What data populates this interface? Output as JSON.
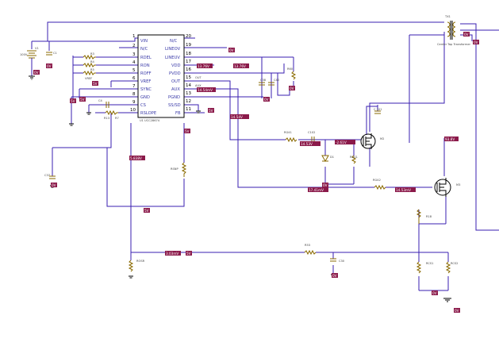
{
  "ic": {
    "name": "UCC28674",
    "ref": "U1",
    "left_pins": [
      {
        "num": "1",
        "name": "VIN"
      },
      {
        "num": "2",
        "name": "N/C"
      },
      {
        "num": "3",
        "name": "RDEL"
      },
      {
        "num": "4",
        "name": "RON"
      },
      {
        "num": "5",
        "name": "ROFF"
      },
      {
        "num": "6",
        "name": "VREF"
      },
      {
        "num": "7",
        "name": "SYNC"
      },
      {
        "num": "8",
        "name": "GND"
      },
      {
        "num": "9",
        "name": "CS"
      },
      {
        "num": "10",
        "name": "RSLOPE"
      }
    ],
    "right_pins": [
      {
        "num": "20",
        "name": "N/C"
      },
      {
        "num": "19",
        "name": "LINEOV"
      },
      {
        "num": "18",
        "name": "LINEUV"
      },
      {
        "num": "17",
        "name": "VDD"
      },
      {
        "num": "16",
        "name": "PVDD"
      },
      {
        "num": "15",
        "name": "OUT"
      },
      {
        "num": "14",
        "name": "AUX"
      },
      {
        "num": "13",
        "name": "PGND"
      },
      {
        "num": "12",
        "name": "SS/SD"
      },
      {
        "num": "11",
        "name": "FB"
      }
    ]
  },
  "labels": {
    "v1": "V1",
    "v1_value": "100V",
    "c1": "C1",
    "r_rdel": "R3",
    "r_ron": "R4",
    "r_roff": "R5",
    "vref": "VREF",
    "c_cs": "C4",
    "r_cs": "R13",
    "r_slope": "R7",
    "c37": "C37",
    "rsnp": "RSNP",
    "rosr": "ROSR",
    "out_net": "OUT",
    "aux_net": "AUX",
    "r_vdd": "R60",
    "c_vdd1": "C38",
    "c_vdd2": "C40",
    "r_gate1": "RG41",
    "c_gate": "C102",
    "d_gate": "D1",
    "r_gs1": "RGS1",
    "m2": "M2",
    "c_drain": "C 101",
    "r_gate2": "RG42",
    "m3": "M3",
    "r_sense": "R18",
    "r_cs1": "RCS1",
    "r_cs2": "RCS2",
    "r_fb": "R53",
    "c_fb": "C30",
    "transformer": "Center Tap Transformer",
    "xfmr_ref": "TX1"
  },
  "net_flags": [
    "5V",
    "5V",
    "5V",
    "5V",
    "5V",
    "5V",
    "5V",
    "0V",
    "0V",
    "0V",
    "0V",
    "0V",
    "0V",
    "0V",
    "0V",
    "0V",
    "13.76V",
    "13.76V",
    "14.54mV",
    "14.54V",
    "-2.61V",
    "14.53V",
    "5.838V",
    "17.41mV",
    "3.03mV",
    "14.53mV",
    "93.8V",
    "0V",
    "0V",
    "0V"
  ],
  "colors": {
    "wire": "#3a1fb0",
    "flag": "#8b1a4a",
    "component": "#8a6a00"
  }
}
